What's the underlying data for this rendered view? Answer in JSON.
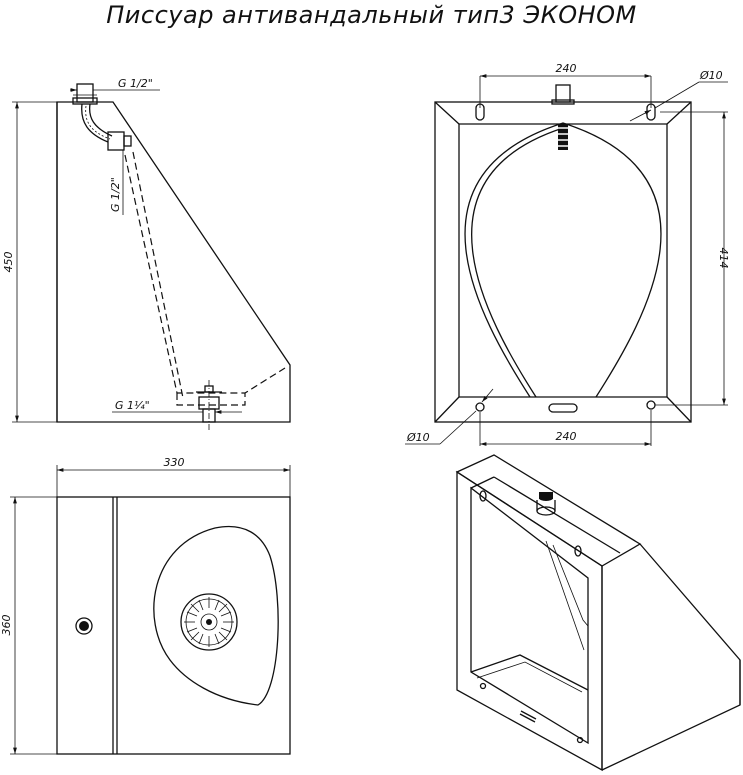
{
  "title": "Писсуар антивандальный тип3 ЭКОНОМ",
  "views": {
    "side": {
      "height_label": "450",
      "inlet_label": "G 1/2\"",
      "pipe_label": "G 1/2\"",
      "drain_label": "G 1¹⁄₄\""
    },
    "front": {
      "top_width_label": "240",
      "bottom_width_label": "240",
      "height_label": "414",
      "hole_top_label": "Ø10",
      "hole_bottom_label": "Ø10"
    },
    "plan": {
      "width_label": "330",
      "depth_label": "360"
    }
  }
}
